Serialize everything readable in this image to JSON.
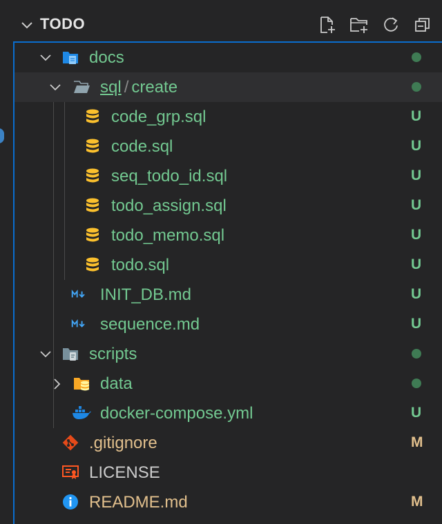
{
  "explorer": {
    "section_title": "TODO",
    "actions": [
      "new-file",
      "new-folder",
      "refresh",
      "collapse-all"
    ]
  },
  "colors": {
    "untracked": "#73c991",
    "modified": "#e2c08d",
    "focus_border": "#0a6ecf",
    "background": "#252526"
  },
  "tree": [
    {
      "label": "docs",
      "decoration": "",
      "icon": "folder-docs-icon"
    },
    {
      "label": "sql",
      "label2": "create",
      "separator": "/",
      "decoration": "",
      "icon": "folder-open-icon"
    },
    {
      "label": "code_grp.sql",
      "decoration": "U",
      "icon": "database-icon"
    },
    {
      "label": "code.sql",
      "decoration": "U",
      "icon": "database-icon"
    },
    {
      "label": "seq_todo_id.sql",
      "decoration": "U",
      "icon": "database-icon"
    },
    {
      "label": "todo_assign.sql",
      "decoration": "U",
      "icon": "database-icon"
    },
    {
      "label": "todo_memo.sql",
      "decoration": "U",
      "icon": "database-icon"
    },
    {
      "label": "todo.sql",
      "decoration": "U",
      "icon": "database-icon"
    },
    {
      "label": "INIT_DB.md",
      "decoration": "U",
      "icon": "markdown-icon"
    },
    {
      "label": "sequence.md",
      "decoration": "U",
      "icon": "markdown-icon"
    },
    {
      "label": "scripts",
      "decoration": "",
      "icon": "folder-scripts-icon"
    },
    {
      "label": "data",
      "decoration": "",
      "icon": "folder-database-icon"
    },
    {
      "label": "docker-compose.yml",
      "decoration": "U",
      "icon": "docker-icon"
    },
    {
      "label": ".gitignore",
      "decoration": "M",
      "icon": "git-icon"
    },
    {
      "label": "LICENSE",
      "decoration": "",
      "icon": "license-icon"
    },
    {
      "label": "README.md",
      "decoration": "M",
      "icon": "info-icon"
    }
  ]
}
